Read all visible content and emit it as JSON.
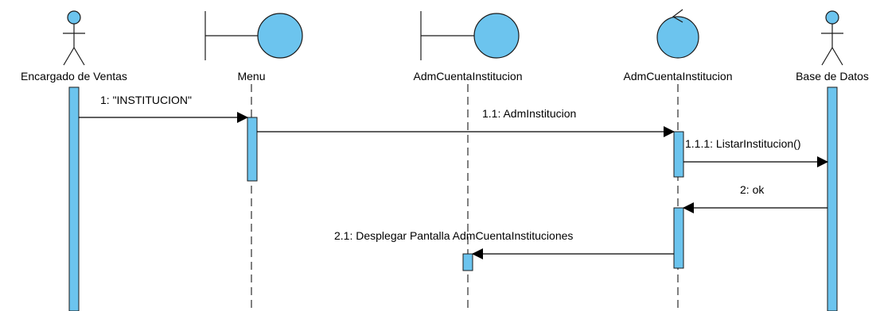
{
  "diagram": {
    "type": "sequence",
    "participants": [
      {
        "id": "p1",
        "kind": "actor",
        "label": "Encargado de Ventas"
      },
      {
        "id": "p2",
        "kind": "boundary",
        "label": "Menu"
      },
      {
        "id": "p3",
        "kind": "boundary",
        "label": "AdmCuentaInstitucion"
      },
      {
        "id": "p4",
        "kind": "control",
        "label": "AdmCuentaInstitucion"
      },
      {
        "id": "p5",
        "kind": "actor",
        "label": "Base de Datos"
      }
    ],
    "messages": [
      {
        "from": "p1",
        "to": "p2",
        "label": "1: \"INSTITUCION\""
      },
      {
        "from": "p2",
        "to": "p4",
        "label": "1.1: AdmInstitucion"
      },
      {
        "from": "p4",
        "to": "p5",
        "label": "1.1.1: ListarInstitucion()"
      },
      {
        "from": "p5",
        "to": "p4",
        "label": "2: ok"
      },
      {
        "from": "p4",
        "to": "p3",
        "label": "2.1: Desplegar Pantalla AdmCuentaInstituciones"
      }
    ],
    "colors": {
      "fill": "#6cc4ee",
      "stroke": "#1a1a1a"
    }
  }
}
